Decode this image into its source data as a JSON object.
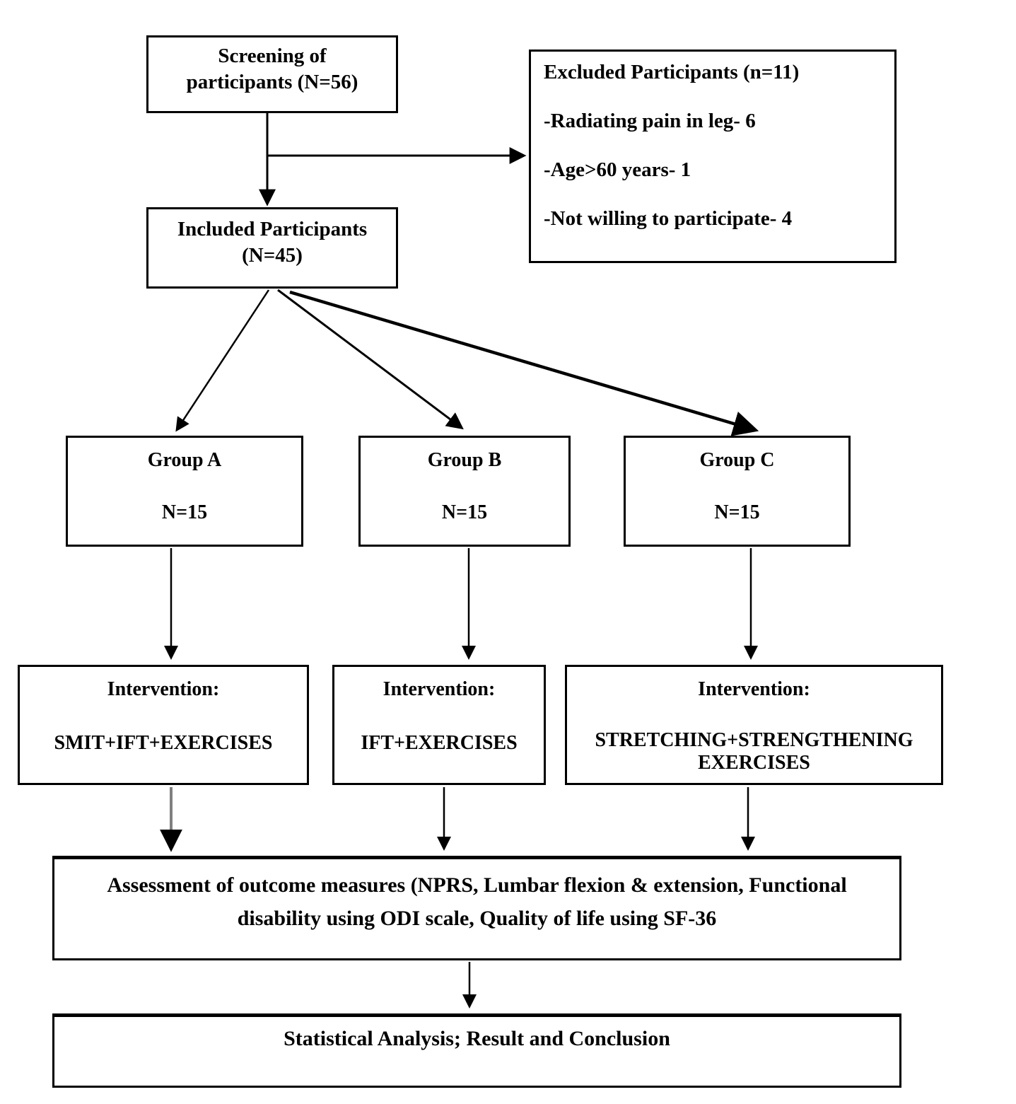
{
  "diagram": {
    "type": "study-flowchart",
    "colors": {
      "border": "#000000",
      "text": "#000000",
      "background": "#ffffff",
      "gray_arrow_shaft": "#808080"
    },
    "boxes": {
      "screening": {
        "line1": "Screening of",
        "line2": "participants (N=56)"
      },
      "excluded": {
        "title": "Excluded Participants (n=11)",
        "items": [
          "-Radiating pain in leg- 6",
          "-Age>60 years- 1",
          "-Not willing to participate- 4"
        ]
      },
      "included": {
        "line1": "Included Participants",
        "line2": "(N=45)"
      },
      "group_a": {
        "title": "Group A",
        "n": "N=15"
      },
      "group_b": {
        "title": "Group B",
        "n": "N=15"
      },
      "group_c": {
        "title": "Group C",
        "n": "N=15"
      },
      "intervention_a": {
        "title": "Intervention:",
        "detail": "SMIT+IFT+EXERCISES"
      },
      "intervention_b": {
        "title": "Intervention:",
        "detail": "IFT+EXERCISES"
      },
      "intervention_c": {
        "title": "Intervention:",
        "detail": "STRETCHING+STRENGTHENING EXERCISES"
      },
      "assessment": {
        "text": "Assessment of outcome measures (NPRS, Lumbar flexion & extension, Functional disability using ODI scale, Quality of life using SF-36"
      },
      "statistical": {
        "text": "Statistical Analysis; Result and Conclusion"
      }
    }
  }
}
